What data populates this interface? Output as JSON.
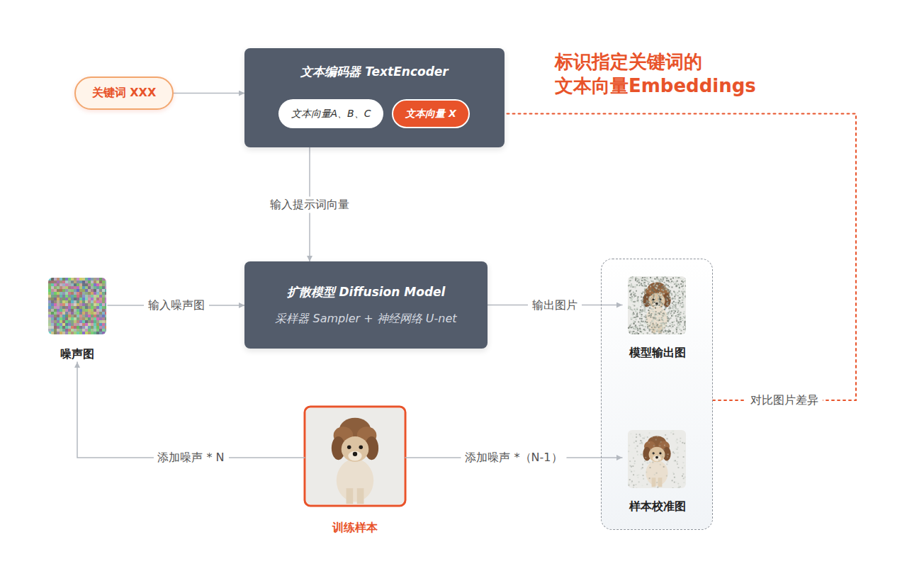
{
  "diagram": {
    "nodes": [
      {
        "text": [
          "关键词 XXX"
        ]
      },
      {
        "text": [
          "文本编码器 TextEncoder"
        ]
      },
      {
        "text": [
          "文本向量A、B、C"
        ],
        "in": 1
      },
      {
        "text": [
          "文本向量 X"
        ],
        "in": 1
      },
      {
        "text": [
          "噪声图"
        ]
      },
      {
        "text": [
          "扩散模型 Diffusion Model",
          "采样器 Sampler + 神经网络 U-net"
        ]
      },
      {
        "text": []
      },
      {
        "text": [
          "模型输出图"
        ],
        "in": 6
      },
      {
        "text": [
          "样本校准图"
        ],
        "in": 6
      },
      {
        "text": [
          "训练样本"
        ]
      }
    ],
    "edges": [
      {
        "from": 0,
        "to": 1,
        "arrow": "to"
      },
      {
        "from": 1,
        "to": 5,
        "label": "输入提示词向量",
        "arrow": "to"
      },
      {
        "from": 4,
        "to": 5,
        "label": "输入噪声图",
        "arrow": "to"
      },
      {
        "from": 5,
        "to": 7,
        "label": "输出图片",
        "arrow": "to"
      },
      {
        "from": 9,
        "to": 4,
        "label": "添加噪声 * N",
        "arrow": "to"
      },
      {
        "from": 9,
        "to": 8,
        "label": "添加噪声 *（N-1）",
        "arrow": "to"
      },
      {
        "from": 6,
        "to": 3,
        "label": "对比图片差异",
        "arrow": "to"
      }
    ],
    "labels": [
      "标识指定关键词的 文本向量Embeddings"
    ]
  }
}
